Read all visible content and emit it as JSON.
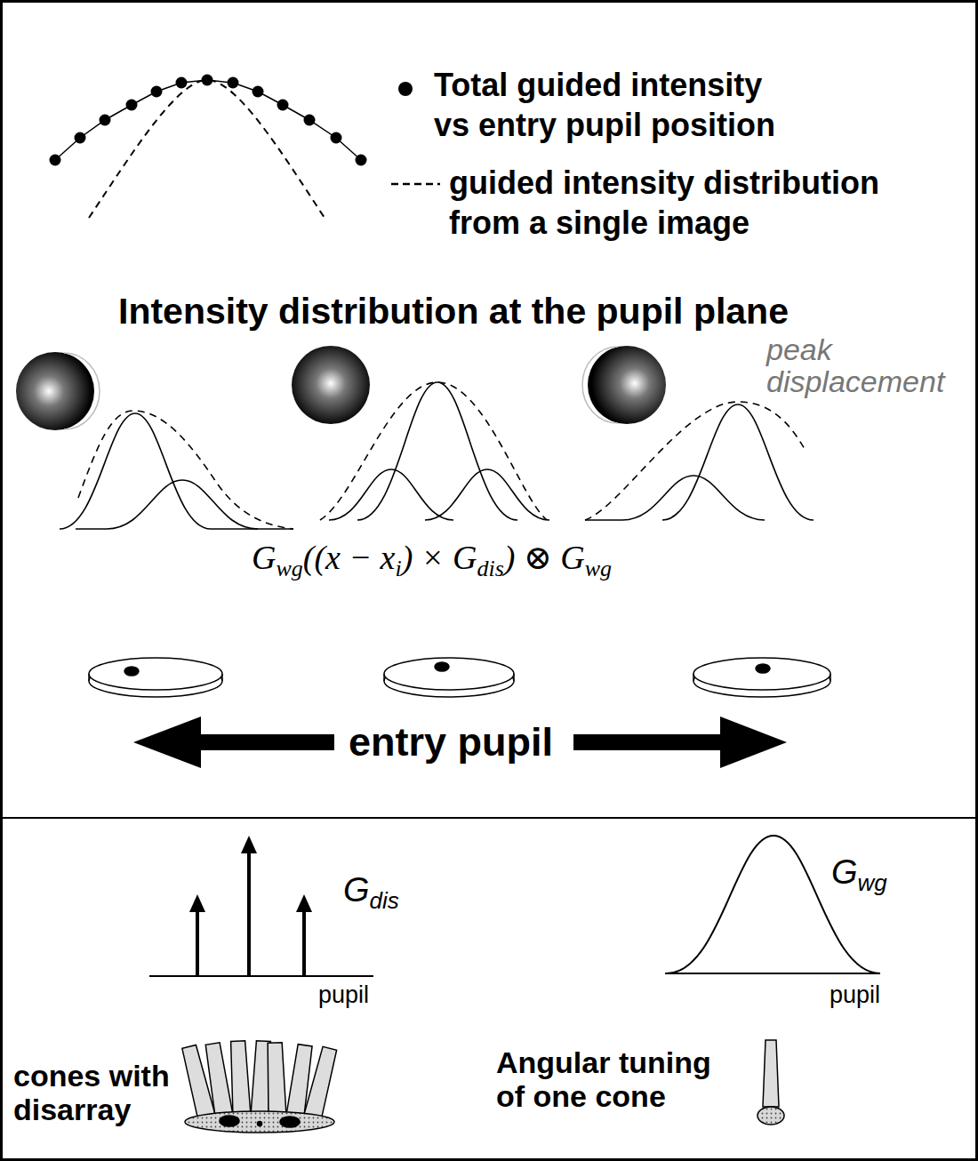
{
  "diagram": {
    "title": "Intensity distribution at the pupil plane",
    "labels": [
      "peak displacement",
      "G",
      "wg",
      "((x − x",
      "i",
      ") × G",
      "dis",
      ") ⊗ G",
      "wg",
      "entry pupil",
      "G",
      "dis",
      "pupil",
      "G",
      "wg",
      "pupil",
      "cones with disarray",
      "Angular tuning of one cone"
    ],
    "legend": [
      {
        "text": "Total guided intensity vs entry pupil position"
      },
      {
        "text": "guided intensity distribution from a single image"
      }
    ]
  }
}
